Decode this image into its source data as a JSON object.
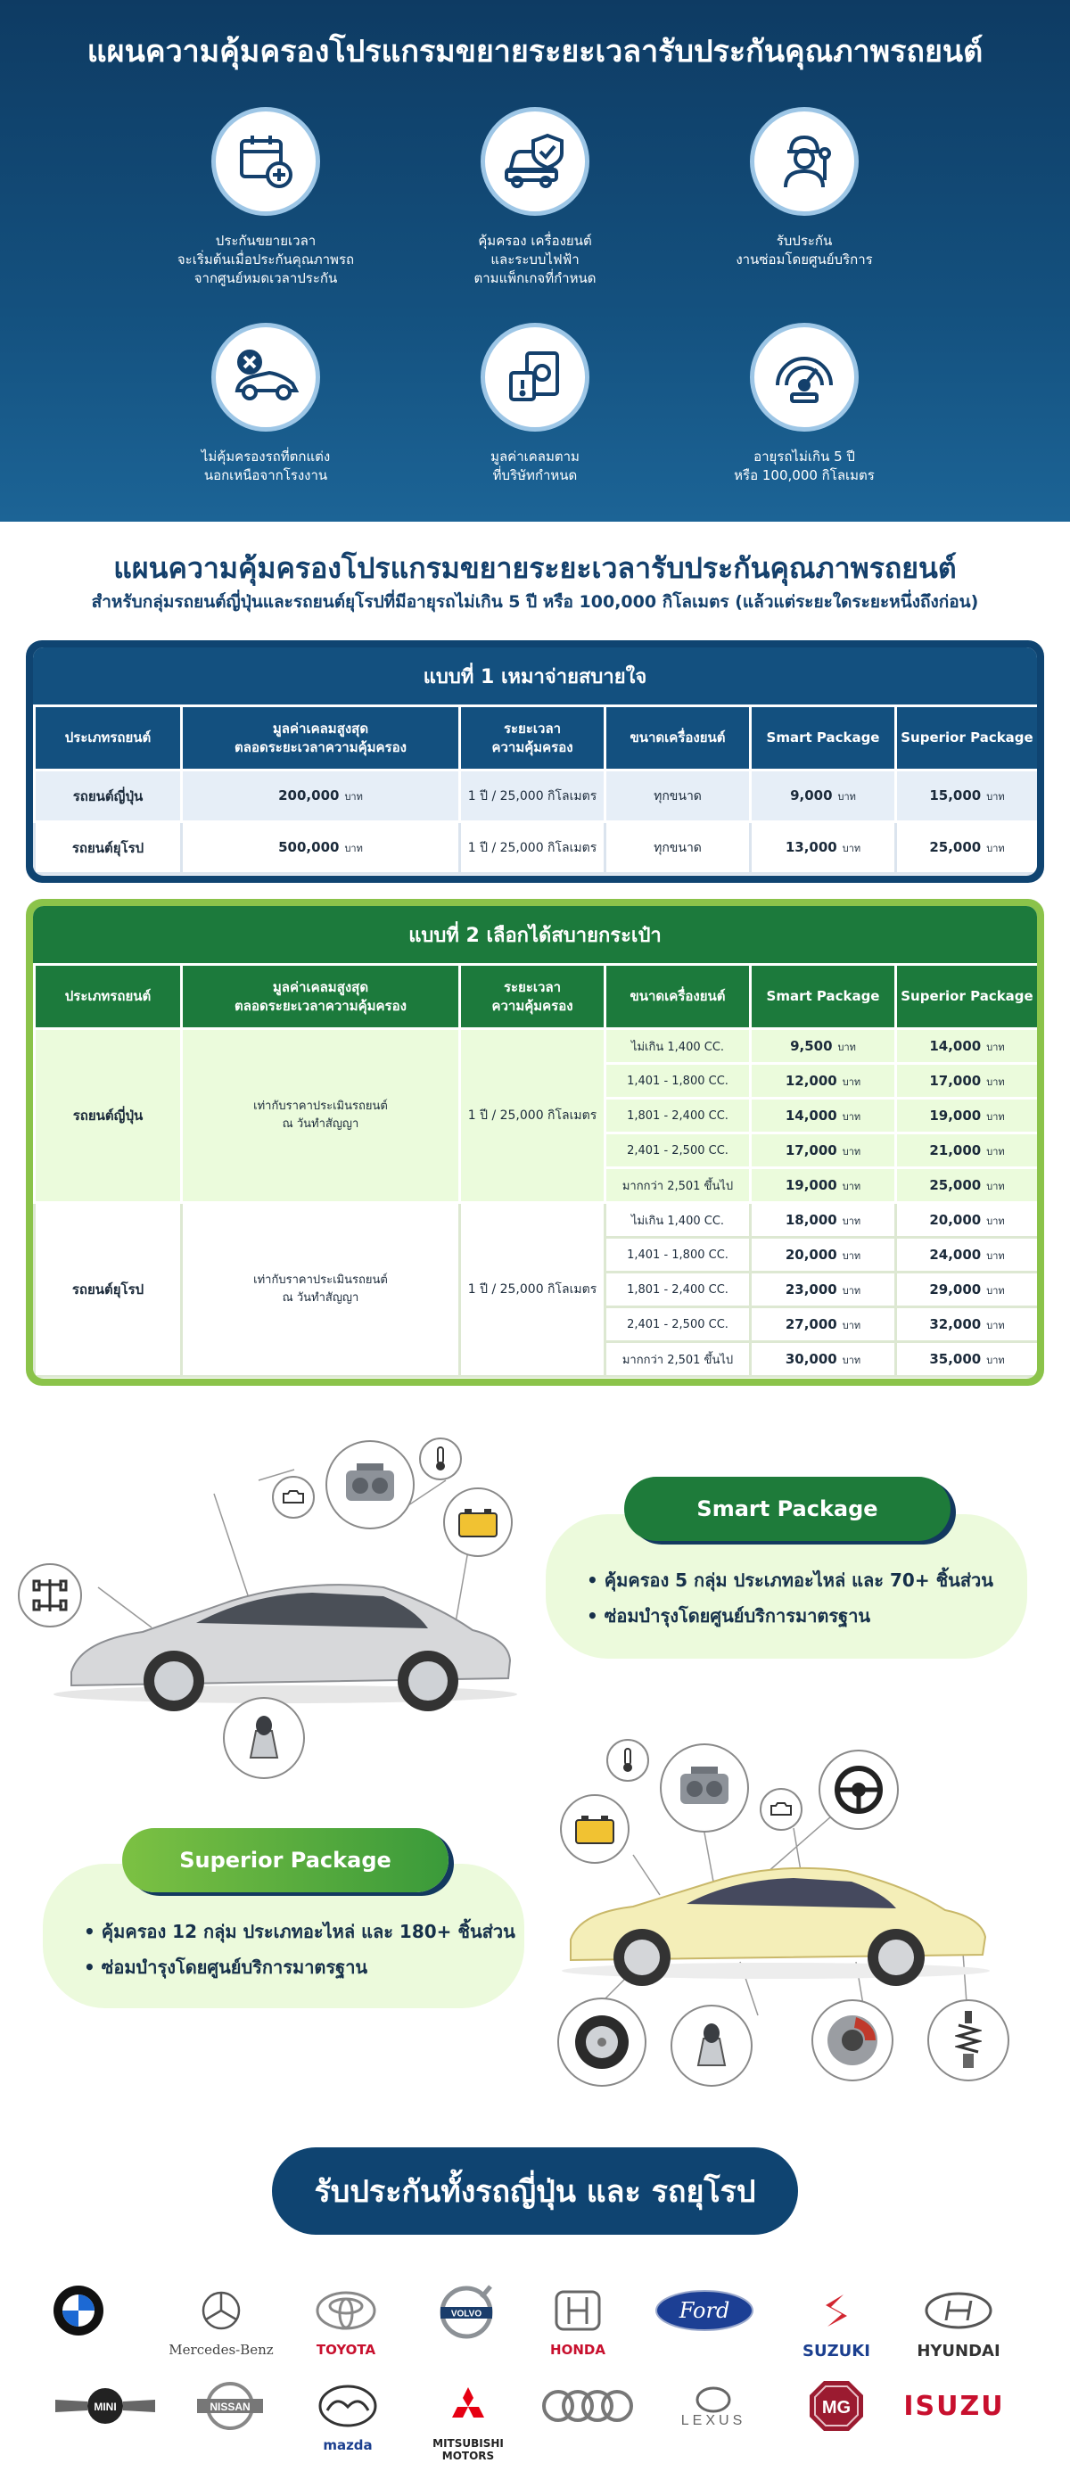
{
  "hero": {
    "title": "แผนความคุ้มครองโปรแกรมขยายระยะเวลารับประกันคุณภาพรถยนต์",
    "features": [
      {
        "icon": "calendar-plus-icon",
        "label": "ประกันขยายเวลา\nจะเริ่มต้นเมื่อประกันคุณภาพรถ\nจากศูนย์หมดเวลาประกัน"
      },
      {
        "icon": "car-shield-icon",
        "label": "คุ้มครอง เครื่องยนต์\nและระบบไฟฟ้า\nตามแพ็กเกจที่กำหนด"
      },
      {
        "icon": "mechanic-icon",
        "label": "รับประกัน\nงานซ่อมโดยศูนย์บริการ"
      },
      {
        "icon": "no-modified-car-icon",
        "label": "ไม่คุ้มครองรถที่ตกแต่ง\nนอกเหนือจากโรงงาน"
      },
      {
        "icon": "money-document-icon",
        "label": "มูลค่าเคลมตาม\nที่บริษัทกำหนด"
      },
      {
        "icon": "speedometer-icon",
        "label": "อายุรถไม่เกิน 5 ปี\nหรือ 100,000 กิโลเมตร"
      }
    ]
  },
  "section": {
    "title": "แผนความคุ้มครองโปรแกรมขยายระยะเวลารับประกันคุณภาพรถยนต์",
    "subtitle": "สำหรับกลุ่มรถยนต์ญี่ปุ่นและรถยนต์ยุโรปที่มีอายุรถไม่เกิน 5 ปี หรือ 100,000 กิโลเมตร (แล้วแต่ระยะใดระยะหนึ่งถึงก่อน)"
  },
  "plan1": {
    "title": "แบบที่ 1 เหมาจ่ายสบายใจ",
    "headers": [
      "ประเภทรถยนต์",
      "มูลค่าเคลมสูงสุด\nตลอดระยะเวลาความคุ้มครอง",
      "ระยะเวลา\nความคุ้มครอง",
      "ขนาดเครื่องยนต์",
      "Smart Package",
      "Superior Package"
    ],
    "unit": "บาท",
    "rows": [
      {
        "car": "รถยนต์ญี่ปุ่น",
        "max_claim": "200,000",
        "period": "1 ปี / 25,000 กิโลเมตร",
        "engine": "ทุกขนาด",
        "smart": "9,000",
        "superior": "15,000"
      },
      {
        "car": "รถยนต์ยุโรป",
        "max_claim": "500,000",
        "period": "1 ปี / 25,000 กิโลเมตร",
        "engine": "ทุกขนาด",
        "smart": "13,000",
        "superior": "25,000"
      }
    ]
  },
  "plan2": {
    "title": "แบบที่ 2 เลือกได้สบายกระเป๋า",
    "headers": [
      "ประเภทรถยนต์",
      "มูลค่าเคลมสูงสุด\nตลอดระยะเวลาความคุ้มครอง",
      "ระยะเวลา\nความคุ้มครอง",
      "ขนาดเครื่องยนต์",
      "Smart Package",
      "Superior Package"
    ],
    "unit": "บาท",
    "groups": [
      {
        "car": "รถยนต์ญี่ปุ่น",
        "max_claim": "เท่ากับราคาประเมินรถยนต์\nณ วันทำสัญญา",
        "period": "1 ปี / 25,000 กิโลเมตร",
        "rows": [
          {
            "engine": "ไม่เกิน 1,400 CC.",
            "smart": "9,500",
            "superior": "14,000"
          },
          {
            "engine": "1,401 - 1,800 CC.",
            "smart": "12,000",
            "superior": "17,000"
          },
          {
            "engine": "1,801 - 2,400 CC.",
            "smart": "14,000",
            "superior": "19,000"
          },
          {
            "engine": "2,401 - 2,500 CC.",
            "smart": "17,000",
            "superior": "21,000"
          },
          {
            "engine": "มากกว่า 2,501 ขึ้นไป",
            "smart": "19,000",
            "superior": "25,000"
          }
        ]
      },
      {
        "car": "รถยนต์ยุโรป",
        "max_claim": "เท่ากับราคาประเมินรถยนต์\nณ วันทำสัญญา",
        "period": "1 ปี / 25,000 กิโลเมตร",
        "rows": [
          {
            "engine": "ไม่เกิน 1,400 CC.",
            "smart": "18,000",
            "superior": "20,000"
          },
          {
            "engine": "1,401 - 1,800 CC.",
            "smart": "20,000",
            "superior": "24,000"
          },
          {
            "engine": "1,801 - 2,400 CC.",
            "smart": "23,000",
            "superior": "29,000"
          },
          {
            "engine": "2,401 - 2,500 CC.",
            "smart": "27,000",
            "superior": "32,000"
          },
          {
            "engine": "มากกว่า 2,501 ขึ้นไป",
            "smart": "30,000",
            "superior": "35,000"
          }
        ]
      }
    ]
  },
  "smart": {
    "title": "Smart Package",
    "items": [
      "คุ้มครอง 5 กลุ่ม ประเภทอะไหล่ และ 70+ ชิ้นส่วน",
      "ซ่อมบำรุงโดยศูนย์บริการมาตรฐาน"
    ]
  },
  "superior": {
    "title": "Superior  Package",
    "items": [
      "คุ้มครอง 12 กลุ่ม ประเภทอะไหล่ และ 180+ ชิ้นส่วน",
      "ซ่อมบำรุงโดยศูนย์บริการมาตรฐาน"
    ]
  },
  "brands": {
    "title": "รับประกันทั้งรถญี่ปุ่น และ รถยุโรป",
    "items": [
      {
        "name": "",
        "icon": "bmw-logo-icon"
      },
      {
        "name": "Mercedes-Benz",
        "icon": "mercedes-logo-icon"
      },
      {
        "name": "TOYOTA",
        "icon": "toyota-logo-icon"
      },
      {
        "name": "",
        "icon": "volvo-logo-icon"
      },
      {
        "name": "HONDA",
        "icon": "honda-logo-icon"
      },
      {
        "name": "",
        "icon": "ford-logo-icon"
      },
      {
        "name": "SUZUKI",
        "icon": "suzuki-logo-icon"
      },
      {
        "name": "HYUNDAI",
        "icon": "hyundai-logo-icon"
      },
      {
        "name": "",
        "icon": "mini-logo-icon"
      },
      {
        "name": "",
        "icon": "nissan-logo-icon"
      },
      {
        "name": "mazda",
        "icon": "mazda-logo-icon"
      },
      {
        "name": "MITSUBISHI\nMOTORS",
        "icon": "mitsubishi-logo-icon"
      },
      {
        "name": "",
        "icon": "audi-logo-icon"
      },
      {
        "name": "",
        "icon": "lexus-logo-icon"
      },
      {
        "name": "",
        "icon": "mg-logo-icon"
      },
      {
        "name": "ISUZU",
        "icon": "isuzu-logo-icon"
      }
    ],
    "logo_texts": {
      "volvo": "VOLVO",
      "ford": "Ford",
      "mini": "MINI",
      "nissan": "NISSAN",
      "lexus": "LEXUS",
      "mg": "MG"
    }
  },
  "colors": {
    "navy": "#0f4471",
    "green": "#1c7a3c",
    "lime": "#8bc34a",
    "pale_green": "#ebfbdc"
  }
}
